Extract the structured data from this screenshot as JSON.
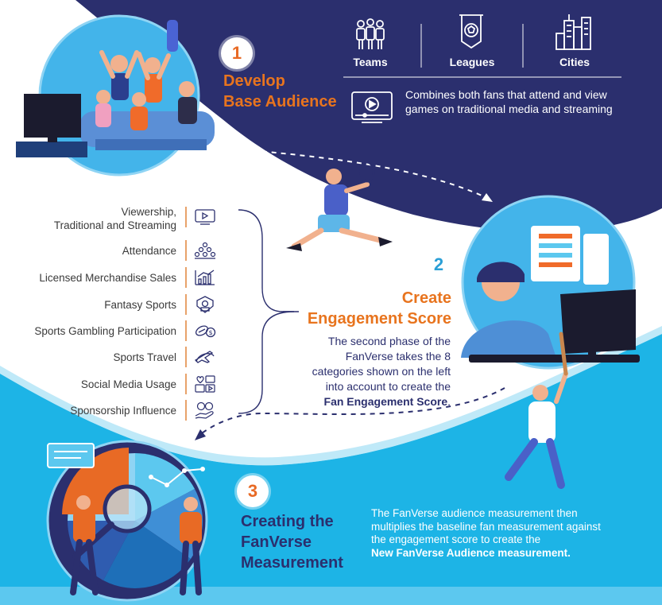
{
  "step1": {
    "number": "1",
    "title_line1": "Develop",
    "title_line2": "Base Audience",
    "segments": [
      {
        "label": "Teams",
        "icon": "team-players-icon"
      },
      {
        "label": "Leagues",
        "icon": "league-banner-icon"
      },
      {
        "label": "Cities",
        "icon": "city-skyline-icon"
      }
    ],
    "media_icon": "video-player-icon",
    "description": "Combines both fans that attend and view games on traditional media and streaming"
  },
  "step2": {
    "number": "2",
    "title_line1": "Create",
    "title_line2": "Engagement Score",
    "categories": [
      {
        "label_line1": "Viewership,",
        "label_line2": "Traditional and Streaming",
        "icon": "video-player-icon"
      },
      {
        "label_line1": "Attendance",
        "icon": "crowd-icon"
      },
      {
        "label_line1": "Licensed Merchandise Sales",
        "icon": "sales-chart-icon"
      },
      {
        "label_line1": "Fantasy Sports",
        "icon": "fantasy-badge-icon"
      },
      {
        "label_line1": "Sports Gambling Participation",
        "icon": "gambling-ball-icon"
      },
      {
        "label_line1": "Sports Travel",
        "icon": "plane-globe-icon"
      },
      {
        "label_line1": "Social Media Usage",
        "icon": "social-media-icon"
      },
      {
        "label_line1": "Sponsorship Influence",
        "icon": "money-hand-icon"
      }
    ],
    "description_lines": [
      "The second phase of the",
      "FanVerse takes the 8",
      "categories shown on the left",
      "into account to create the"
    ],
    "description_bold": "Fan Engagement Score",
    "description_end": "."
  },
  "step3": {
    "number": "3",
    "title_line1": "Creating the",
    "title_line2": "FanVerse",
    "title_line3": "Measurement",
    "description_lines": [
      "The FanVerse audience measurement then",
      "multiplies the baseline fan measurement against",
      "the engagement score to create the"
    ],
    "description_bold": "New FanVerse Audience measurement."
  },
  "colors": {
    "navy": "#2b2f6e",
    "orange": "#e8741e",
    "cyan": "#1cb6e8",
    "light_blue": "#4fc3ef"
  }
}
